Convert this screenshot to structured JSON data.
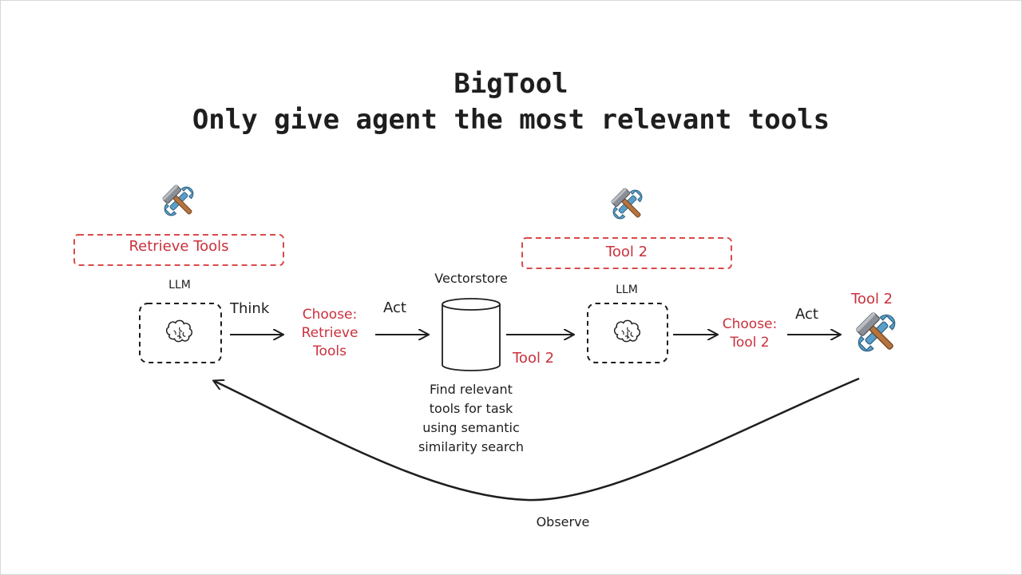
{
  "title": {
    "line1": "BigTool",
    "line2": "Only give agent the most relevant tools"
  },
  "colors": {
    "ink": "#1e1e1e",
    "accent_red": "#c9303c",
    "box_dash_red": "#d94a4a",
    "hammer_handle": "#b5743e",
    "wrench": "#5a9fc9"
  },
  "labels": {
    "retrieve_tools_box": "Retrieve Tools",
    "tool2_box": "Tool 2",
    "llm_left": "LLM",
    "llm_right": "LLM",
    "think": "Think",
    "choose_retrieve": [
      "Choose:",
      "Retrieve",
      "Tools"
    ],
    "act_left": "Act",
    "vectorstore": "Vectorstore",
    "tool2_output": "Tool 2",
    "choose_tool2": [
      "Choose:",
      "Tool 2"
    ],
    "act_right": "Act",
    "tool2_final": "Tool 2",
    "find_desc": [
      "Find relevant",
      "tools for task",
      "using semantic",
      "similarity search"
    ],
    "observe": "Observe"
  },
  "icons": {
    "tools": "hammer-and-wrench-icon",
    "brain": "brain-icon",
    "database": "cylinder-database-icon",
    "arrow": "arrow-right-icon"
  }
}
